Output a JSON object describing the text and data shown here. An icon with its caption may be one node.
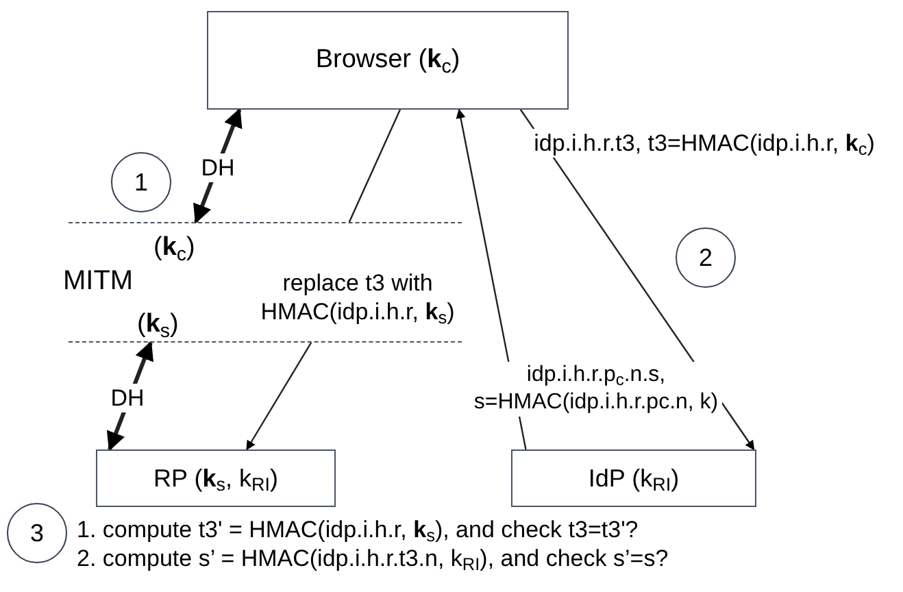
{
  "diagram": {
    "nodes": [
      {
        "text": [
          "Browser (**k**$_{c}$)"
        ]
      },
      {
        "text": [
          "MITM",
          "(**k**$_{c}$)",
          "(**k**$_{s}$)"
        ]
      },
      {
        "text": [
          "RP (**k**$_{s}$, k$_{RI}$)"
        ]
      },
      {
        "text": [
          "IdP (k$_{RI}$)"
        ]
      },
      {
        "text": [
          "1"
        ]
      },
      {
        "text": [
          "2"
        ]
      },
      {
        "text": [
          "3"
        ]
      }
    ],
    "edges": [
      {
        "from": 0,
        "to": 1,
        "arrow": "both",
        "label": "DH",
        "style": "thick"
      },
      {
        "from": 0,
        "to": 1,
        "arrow": "none"
      },
      {
        "from": 1,
        "to": 2,
        "arrow": "to",
        "label": "replace t3 with HMAC(idp.i.h.r, **k**$_{s}$)"
      },
      {
        "from": 1,
        "to": 2,
        "arrow": "both",
        "label": "DH",
        "style": "thick"
      },
      {
        "from": 0,
        "to": 3,
        "arrow": "to",
        "label": "idp.i.h.r.t3, t3=HMAC(idp.i.h.r, **k**$_{c}$)"
      },
      {
        "from": 3,
        "to": 0,
        "arrow": "to",
        "label": "idp.i.h.r.p$_{c}$.n.s, s=HMAC(idp.i.h.r.pc.n, k)"
      }
    ],
    "labels": [
      "1. compute t3' = HMAC(idp.i.h.r, **k**$_{s}$), and check t3=t3'?",
      "2. compute s’ = HMAC(idp.i.h.r.t3.n, k$_{RI}$), and check s’=s?"
    ]
  }
}
